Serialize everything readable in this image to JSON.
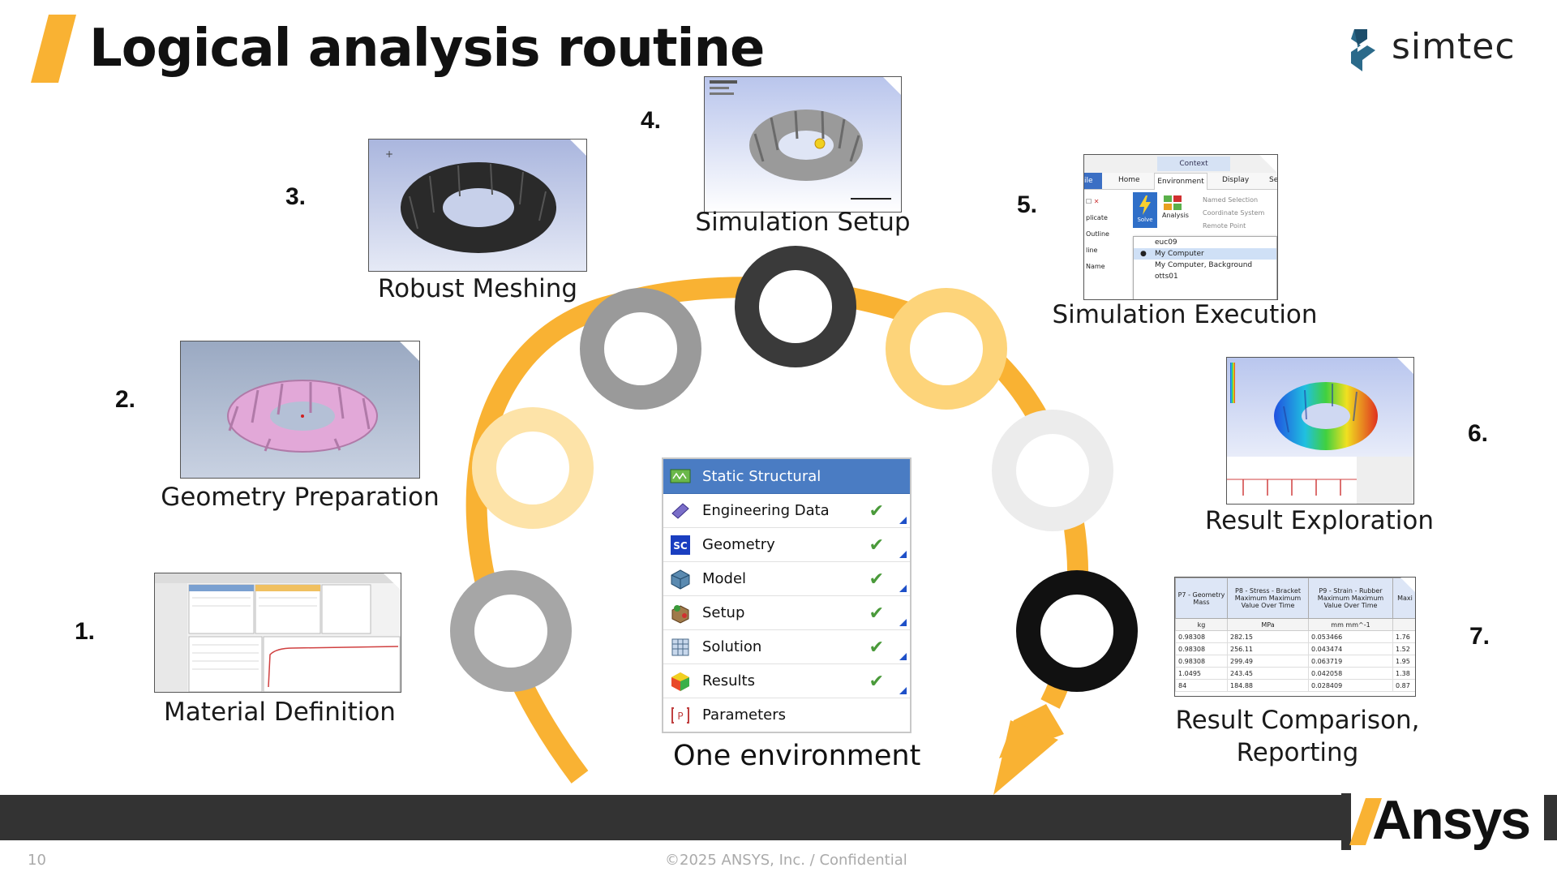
{
  "header": {
    "title": "Logical analysis routine",
    "brand": "simtec"
  },
  "steps": [
    {
      "number": "1.",
      "label": "Material Definition"
    },
    {
      "number": "2.",
      "label": "Geometry Preparation"
    },
    {
      "number": "3.",
      "label": "Robust Meshing"
    },
    {
      "number": "4.",
      "label": "Simulation Setup"
    },
    {
      "number": "5.",
      "label": "Simulation Execution"
    },
    {
      "number": "6.",
      "label": "Result Exploration"
    },
    {
      "number": "7.",
      "label": "Result Comparison,",
      "label2": "Reporting"
    }
  ],
  "workbench": {
    "header": "Static Structural",
    "rows": [
      "Engineering Data",
      "Geometry",
      "Model",
      "Setup",
      "Solution",
      "Results",
      "Parameters"
    ],
    "caption": "One environment"
  },
  "context_menu": {
    "tab_context": "Context",
    "tab_home": "Home",
    "tab_environment": "Environment",
    "tab_display": "Display",
    "tab_file": "ile",
    "tab_se": "Se",
    "items": [
      "Named Selection",
      "Coordinate System",
      "Remote Point"
    ],
    "solve_label": "Solve",
    "analysis_label": "Analysis",
    "left_items": [
      "plicate",
      "Outline",
      "line",
      "Name"
    ],
    "dropdown": [
      "euc09",
      "My Computer",
      "My Computer, Background",
      "otts01"
    ]
  },
  "result_table": {
    "headers": [
      "P7 - Geometry Mass",
      "P8 - Stress - Bracket Maximum Maximum Value Over Time",
      "P9 - Strain - Rubber Maximum Maximum Value Over Time",
      "Maxi"
    ],
    "units": [
      "kg",
      "MPa",
      "mm mm^-1",
      ""
    ],
    "rows": [
      [
        "0.98308",
        "282.15",
        "0.053466",
        "1.76"
      ],
      [
        "0.98308",
        "256.11",
        "0.043474",
        "1.52"
      ],
      [
        "0.98308",
        "299.49",
        "0.063719",
        "1.95"
      ],
      [
        "1.0495",
        "243.45",
        "0.042058",
        "1.38"
      ],
      [
        "84",
        "184.88",
        "0.028409",
        "0.87"
      ]
    ]
  },
  "footer": {
    "page": "10",
    "copyright": "©2025 ANSYS, Inc. / Confidential",
    "brand": "Ansys"
  },
  "colors": {
    "accent_orange": "#f9b233",
    "dark_ring": "#333333",
    "gray_ring": "#9a9a9a",
    "light_ring": "#fde3a8",
    "workbench_header": "#4a7cc3"
  }
}
